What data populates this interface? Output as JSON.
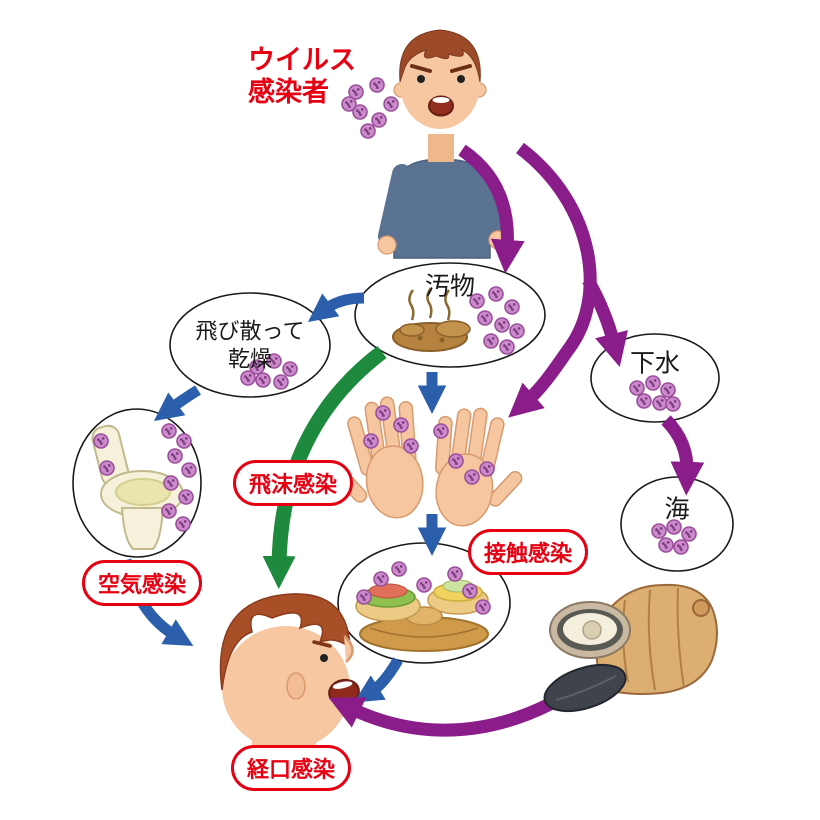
{
  "labels": {
    "infected_person_line1": "ウイルス",
    "infected_person_line2": "感染者",
    "filth": "汚物",
    "scatter_line1": "飛び散って",
    "scatter_line2": "乾燥",
    "sewage": "下水",
    "sea": "海",
    "airborne": "空気感染",
    "droplet": "飛沫感染",
    "contact": "接触感染",
    "oral": "経口感染"
  },
  "colors": {
    "label_red": "#e60012",
    "arrow_blue": "#2b5fac",
    "arrow_purple": "#8b1d8b",
    "arrow_green": "#1e8a3e",
    "virus_particle_fill": "#cb8bcb",
    "virus_particle_stroke": "#9b4f9b"
  },
  "illustrations": [
    {
      "icon": "infected-person-illustration",
      "meaning": "standing infected person"
    },
    {
      "icon": "virus-particles-icon",
      "meaning": "purple virus dots"
    },
    {
      "icon": "vomit-filth-icon",
      "meaning": "brown filth with fumes"
    },
    {
      "icon": "toilet-icon",
      "meaning": "toilet"
    },
    {
      "icon": "hands-icon",
      "meaning": "contaminated hands"
    },
    {
      "icon": "food-icon",
      "meaning": "contaminated food"
    },
    {
      "icon": "shellfish-icon",
      "meaning": "oysters and shellfish"
    },
    {
      "icon": "eating-person-icon",
      "meaning": "person head with open mouth"
    }
  ]
}
